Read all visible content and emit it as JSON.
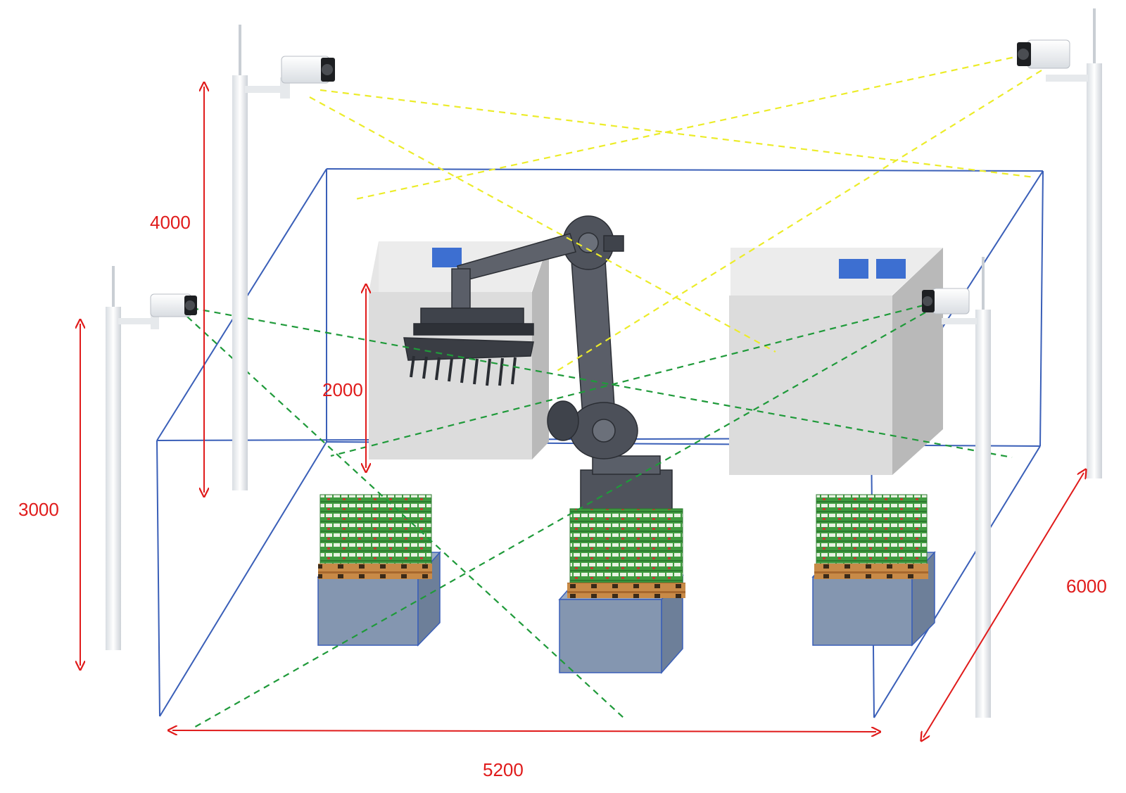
{
  "dimensions": {
    "height_tall": "4000",
    "height_short": "3000",
    "height_box": "2000",
    "width": "5200",
    "depth": "6000"
  },
  "colors": {
    "dimension": "#e01b1b",
    "frame": "#3a5fb8",
    "upper_cameras_view": "#ecec2a",
    "lower_cameras_view": "#1f9a3a",
    "box_gray": "#d9d9d9",
    "pedestal": "#8496b0",
    "marker_blue": "#3d6fd1",
    "robot": "#4a4e57",
    "goods_green": "#3f9b3f",
    "pallet_wood": "#b97a3c"
  },
  "icons": {
    "cctv_camera": "cctv-camera-icon",
    "robot": "industrial-robot-arm-icon"
  }
}
